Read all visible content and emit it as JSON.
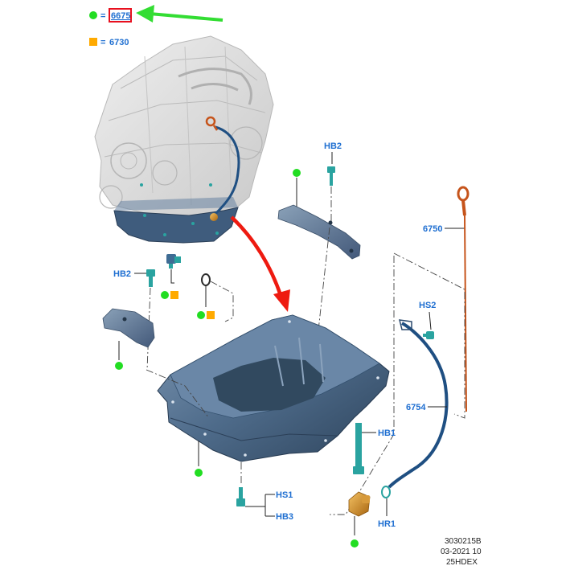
{
  "legend": {
    "green_code": "6675",
    "orange_code": "6730",
    "equals": "="
  },
  "colors": {
    "marker_green": "#22dd22",
    "marker_orange": "#ffaa00",
    "label_blue": "#1f6fd1",
    "highlight_red": "#e8101e",
    "arrow_green": "#33dd33",
    "arrow_red": "#ee1a10",
    "pan_blue": "#4e6b8a",
    "dipstick_orange": "#c6541b",
    "fastener_teal": "#2aa3a0"
  },
  "callouts": {
    "hb2_top": "HB2",
    "hb2_left": "HB2",
    "hs2": "HS2",
    "p6750": "6750",
    "p6754": "6754",
    "hb1": "HB1",
    "hs1": "HS1",
    "hb3": "HB3",
    "hr1": "HR1"
  },
  "reference": {
    "line1": "3030215B",
    "line2": "03-2021 10",
    "line3": "25HDEX"
  }
}
